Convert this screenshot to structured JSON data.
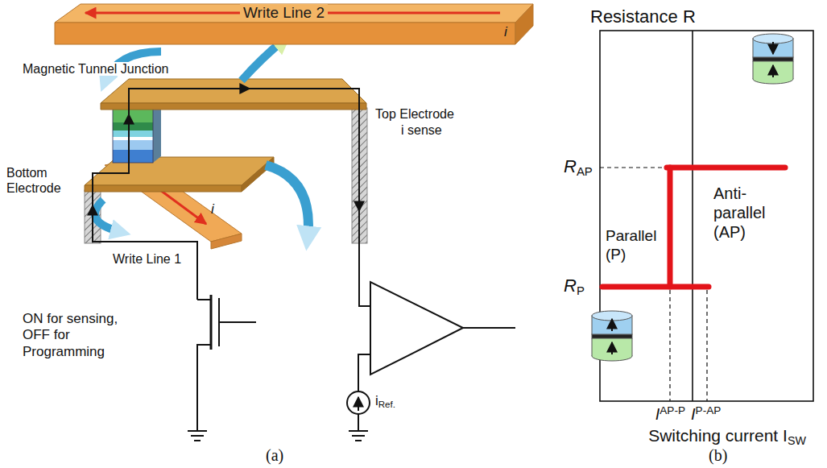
{
  "diagram": {
    "nodes": [
      {
        "text": [
          "Write Line 2",
          "i"
        ]
      }
    ],
    "labels": [
      "Magnetic Tunnel Junction",
      "Top Electrode",
      "i sense",
      "Bottom Electrode",
      "i",
      "Write Line 1",
      "ON for sensing, OFF for Programming",
      "i",
      "Ref.",
      "(a)",
      "Resistance R",
      "R",
      "AP",
      "Anti- parallel (AP)",
      "Parallel (P)",
      "R",
      "P",
      "I",
      "AP-P",
      "I",
      "P-AP",
      "Switching current I",
      "SW",
      "(b)"
    ]
  }
}
